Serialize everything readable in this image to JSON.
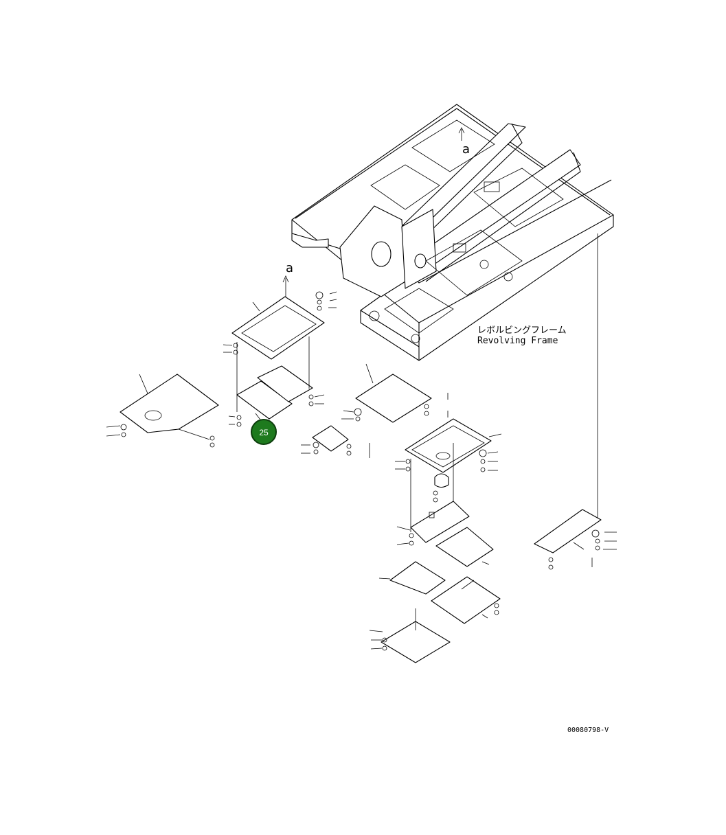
{
  "frame_label": {
    "jp": "レボルビングフレーム",
    "en": "Revolving Frame"
  },
  "detail_marks": {
    "top": "a",
    "left": "a"
  },
  "drawing_code": "00080798-V",
  "callout": {
    "number": "25",
    "color": "#1e7a1e",
    "border": "#0d3d0d"
  }
}
